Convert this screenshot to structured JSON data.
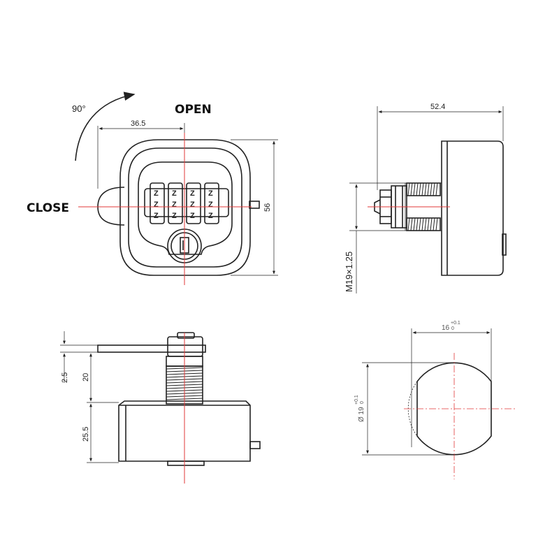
{
  "labels": {
    "open": "OPEN",
    "close": "CLOSE",
    "angle": "90°"
  },
  "dimensions": {
    "front_width": "36.5",
    "front_height": "56",
    "side_depth": "52.4",
    "thread": "M19×1.25",
    "plate_thickness": "2.5",
    "cylinder_length": "20",
    "body_height": "25.5",
    "flat_width": "16",
    "flat_width_tol_upper": "+0.1",
    "flat_width_tol_lower": "0",
    "cut_diameter": "Ø 19",
    "cut_diameter_tol_upper": "+0.1",
    "cut_diameter_tol_lower": "0"
  },
  "dial_glyph": "Z",
  "colors": {
    "line": "#222222",
    "centerline": "#e23a3a"
  }
}
